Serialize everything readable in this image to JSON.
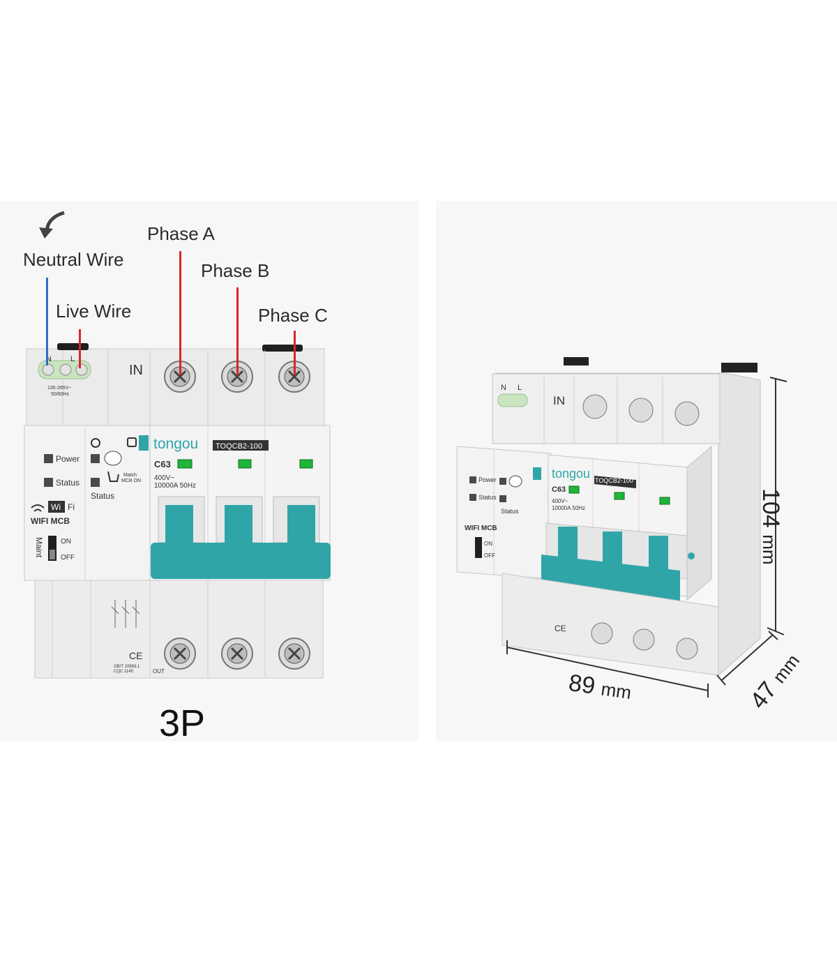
{
  "labels": {
    "neutral_wire": "Neutral Wire",
    "live_wire": "Live Wire",
    "phase_a": "Phase A",
    "phase_b": "Phase B",
    "phase_c": "Phase C",
    "variant": "3P"
  },
  "device": {
    "brand": "tongou",
    "model": "TOQCB2-100",
    "rating": "C63",
    "spec_voltage": "400V~",
    "spec_current": "10000A  50Hz",
    "input_label": "IN",
    "output_label": "OUT",
    "terminal_n": "N",
    "terminal_l": "L",
    "supply": "135-265V~",
    "supply_freq": "50/60Hz",
    "power_label": "Power",
    "status_label": "Status",
    "status_caption": "Status",
    "match_label": "Match",
    "mcb_on_label": "MCB ON",
    "wifi_wi": "Wi",
    "wifi_fi": "Fi",
    "wifi_mcb": "WIFI MCB",
    "maint": "Maint",
    "on": "ON",
    "off": "OFF",
    "cert": "CE",
    "std1": "GB/T 10963.1",
    "std2": "CQC 1145"
  },
  "dimensions": {
    "height_value": "104",
    "width_value": "89",
    "depth_value": "47",
    "unit": "mm"
  },
  "colors": {
    "teal": "#2fa5a8",
    "wire_red": "#d8262b",
    "wire_blue": "#2a6fd0",
    "indicator_green": "#1fb53a"
  }
}
